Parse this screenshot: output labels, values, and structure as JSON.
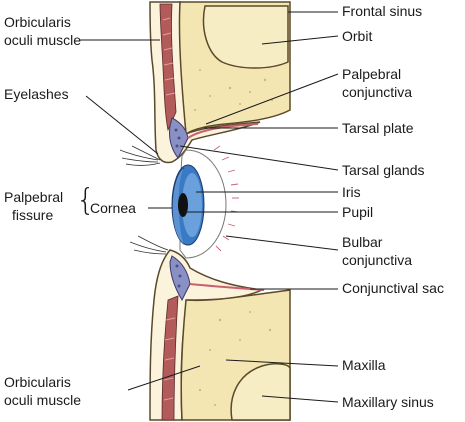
{
  "labels": {
    "orbicularis_top": "Orbicularis oculi muscle",
    "orbicularis_top_line1": "Orbicularis",
    "orbicularis_top_line2": "oculi muscle",
    "eyelashes": "Eyelashes",
    "palpebral_fissure_line1": "Palpebral",
    "palpebral_fissure_line2": "fissure",
    "cornea": "Cornea",
    "orbicularis_bottom_line1": "Orbicularis",
    "orbicularis_bottom_line2": "oculi muscle",
    "frontal_sinus": "Frontal sinus",
    "orbit": "Orbit",
    "palpebral_conjunctiva_line1": "Palpebral",
    "palpebral_conjunctiva_line2": "conjunctiva",
    "tarsal_plate": "Tarsal plate",
    "tarsal_glands": "Tarsal glands",
    "iris": "Iris",
    "pupil": "Pupil",
    "bulbar_conjunctiva_line1": "Bulbar",
    "bulbar_conjunctiva_line2": "conjunctiva",
    "conjunctival_sac": "Conjunctival sac",
    "maxilla": "Maxilla",
    "maxillary_sinus": "Maxillary sinus"
  },
  "colors": {
    "bone": "#f3e6b3",
    "bone_stroke": "#7a6a3a",
    "muscle": "#a04a4a",
    "muscle_light": "#c97a7a",
    "skin": "#fbf3dc",
    "iris": "#3a7ac4",
    "iris_light": "#8ab6e6",
    "pupil": "#111111",
    "gland": "#7a7fb8",
    "conjunctiva": "#c86070"
  }
}
